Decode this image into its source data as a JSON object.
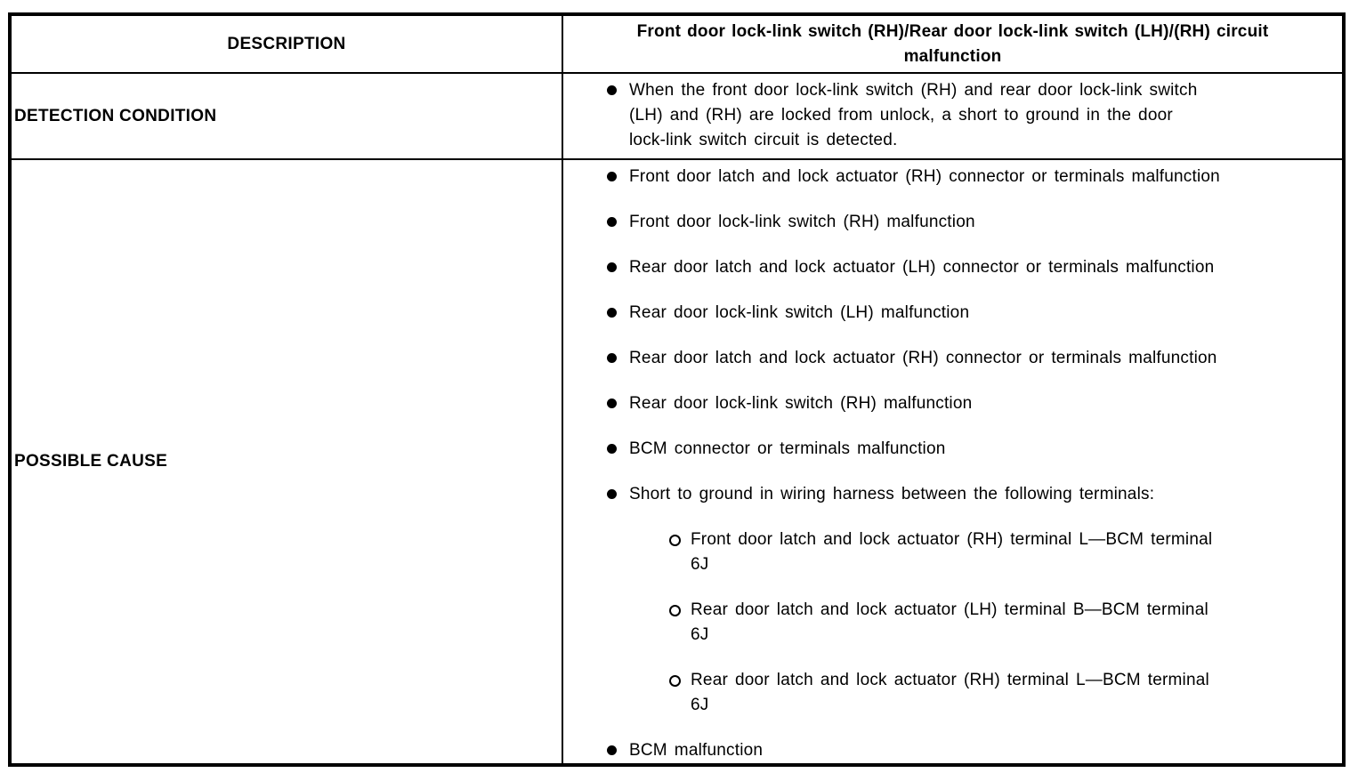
{
  "header": {
    "description_label": "DESCRIPTION",
    "title": "Front door lock-link switch (RH)/Rear door lock-link switch (LH)/(RH) circuit\nmalfunction"
  },
  "detection_condition": {
    "label": "DETECTION CONDITION",
    "items": [
      "When the front door lock-link switch (RH) and rear door lock-link switch\n(LH) and (RH) are locked from unlock, a short to ground in the door\nlock-link switch circuit is detected."
    ]
  },
  "possible_cause": {
    "label": "POSSIBLE CAUSE",
    "items": [
      "Front door latch and lock actuator (RH) connector or terminals malfunction",
      "Front door lock-link switch (RH) malfunction",
      "Rear door latch and lock actuator (LH) connector or terminals malfunction",
      "Rear door lock-link switch (LH) malfunction",
      "Rear door latch and lock actuator (RH) connector or terminals malfunction",
      "Rear door lock-link switch (RH) malfunction",
      "BCM connector or terminals malfunction",
      "Short to ground in wiring harness between the following terminals:",
      "BCM malfunction"
    ],
    "short_to_ground_subitems": [
      "Front door latch and lock actuator (RH) terminal L—BCM terminal\n6J",
      "Rear door latch and lock actuator (LH) terminal B—BCM terminal\n6J",
      "Rear door latch and lock actuator (RH) terminal L—BCM terminal\n6J"
    ]
  }
}
